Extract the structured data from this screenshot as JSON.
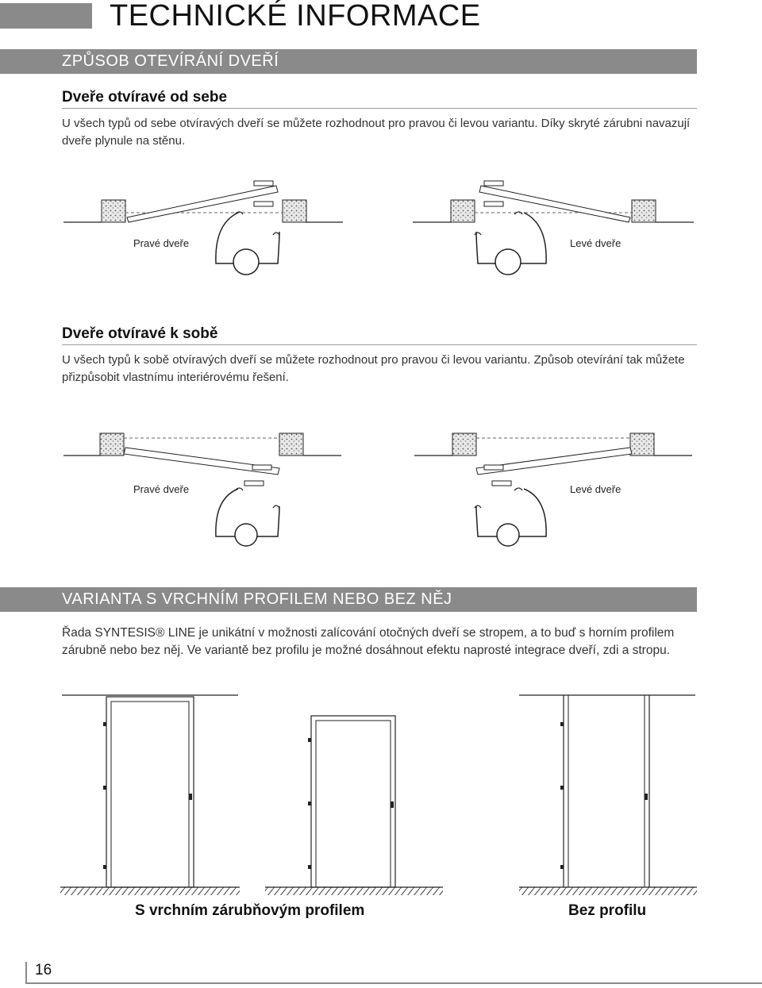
{
  "header": {
    "title": "TECHNICKÉ INFORMACE"
  },
  "section1": {
    "band": "ZPŮSOB OTEVÍRÁNÍ DVEŘÍ",
    "outward": {
      "heading": "Dveře otvíravé od sebe",
      "text": "U všech typů od sebe otvíravých dveří se můžete rozhodnout pro pravou či levou variantu. Díky skryté zárubni navazují dveře plynule na stěnu.",
      "label_right": "Pravé dveře",
      "label_left": "Levé dveře"
    },
    "inward": {
      "heading": "Dveře otvíravé k sobě",
      "text": "U všech typů k sobě otvíravých dveří se můžete rozhodnout pro pravou či levou variantu. Způsob otevírání tak můžete přizpůsobit vlastnímu interiérovému řešení.",
      "label_right": "Pravé dveře",
      "label_left": "Levé dveře"
    }
  },
  "section2": {
    "band": "VARIANTA S VRCHNÍM PROFILEM NEBO BEZ NĚJ",
    "text": "Řada SYNTESIS® LINE je unikátní v možnosti zalícování otočných dveří se stropem, a to buď s horním profilem zárubně nebo bez něj. Ve variantě bez profilu je možné dosáhnout efektu naprosté integrace dveří, zdi a stropu.",
    "caption_with_profile": "S vrchním zárubňovým profilem",
    "caption_without_profile": "Bez profilu"
  },
  "footer": {
    "page_number": "16"
  },
  "colors": {
    "band_gray": "#8a8a8a",
    "text": "#333333"
  }
}
